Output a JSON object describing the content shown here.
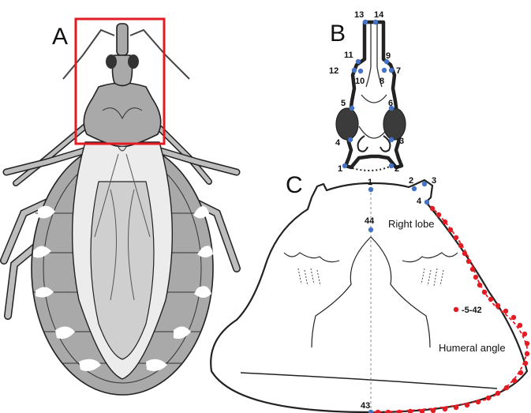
{
  "panels": {
    "a": {
      "letter": "A"
    },
    "b": {
      "letter": "B"
    },
    "c": {
      "letter": "C"
    }
  },
  "head_landmarks": [
    "1",
    "2",
    "3",
    "4",
    "5",
    "6",
    "7",
    "8",
    "9",
    "10",
    "11",
    "12",
    "13",
    "14"
  ],
  "pronotum_landmarks": [
    "1",
    "2",
    "3",
    "4",
    "44",
    "-5-42",
    "43"
  ],
  "pronotum_labels": {
    "right_lobe": "Right lobe",
    "humeral_angle": "Humeral angle"
  },
  "colors": {
    "highlight_box": "#e31b23",
    "landmark_blue": "#4472c4",
    "semilandmark_red": "#e31b23",
    "body_gray": "#a9a9a9"
  }
}
